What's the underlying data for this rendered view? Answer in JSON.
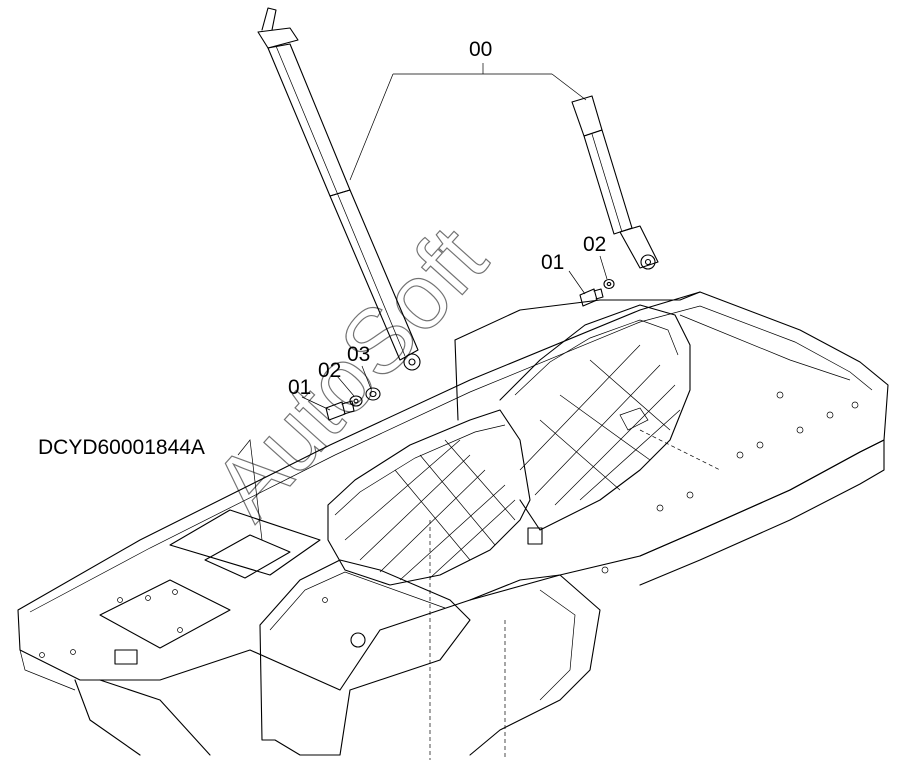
{
  "drawing_code": "DCYD60001844A",
  "callouts": {
    "assembly": "00",
    "left_bolt": "01",
    "left_washer": "02",
    "left_spacer": "03",
    "right_bolt": "01",
    "right_washer": "02"
  },
  "watermark": "AutoSoft"
}
